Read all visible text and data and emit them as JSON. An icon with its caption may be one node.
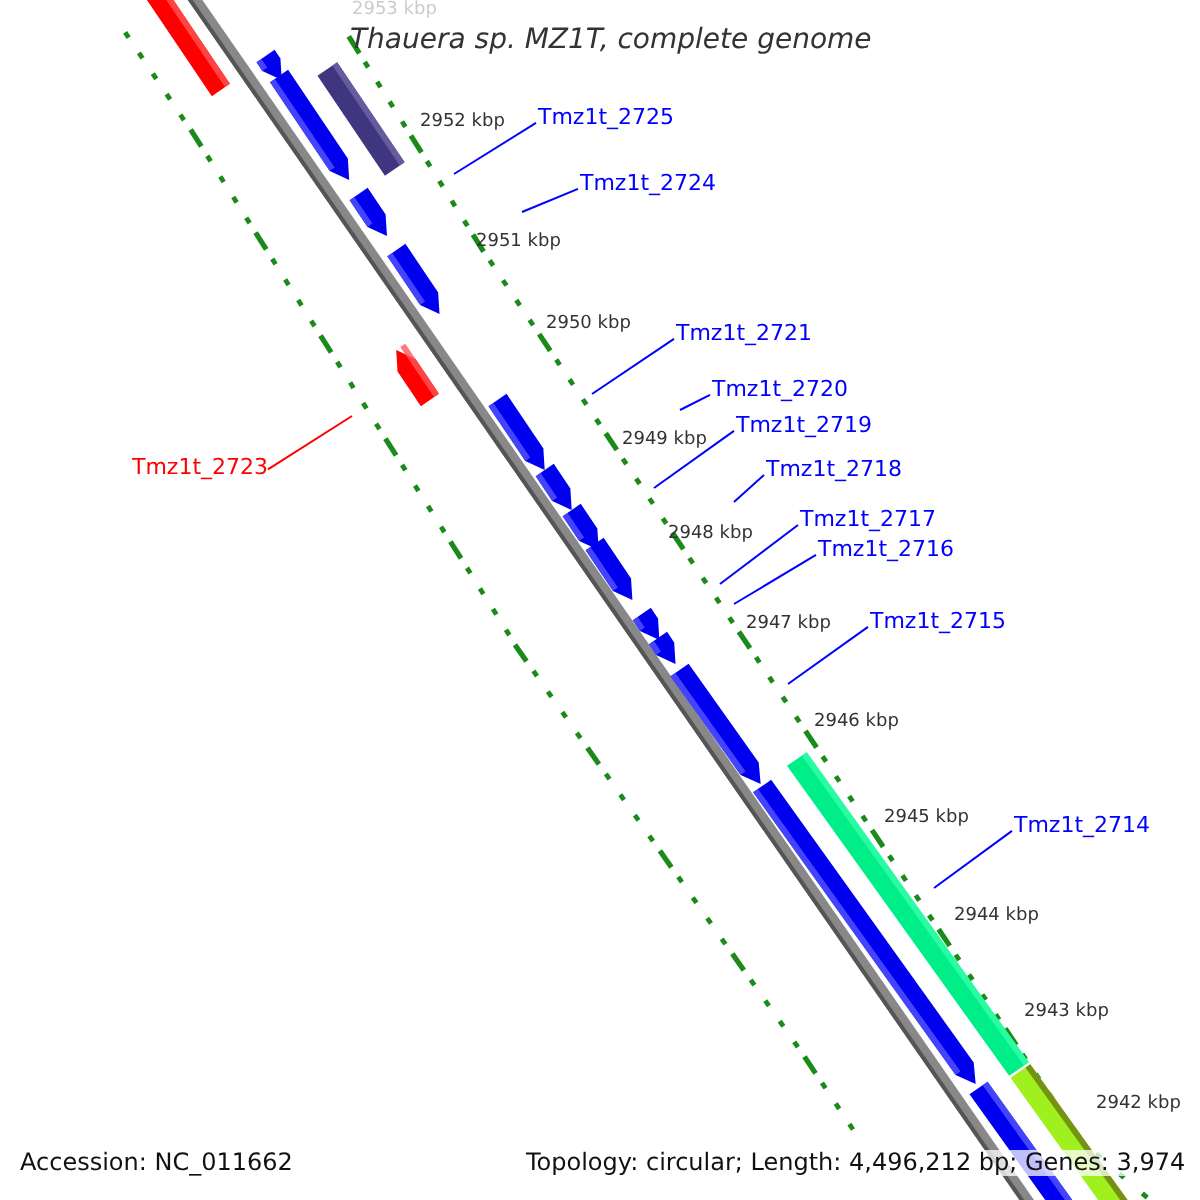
{
  "diagram": {
    "title": "Thauera sp. MZ1T, complete genome",
    "nodes": [
      {
        "text": [
          "Tmz1t_2725"
        ]
      },
      {
        "text": [
          "Tmz1t_2724"
        ]
      },
      {
        "text": [
          "Tmz1t_2721"
        ]
      },
      {
        "text": [
          "Tmz1t_2720"
        ]
      },
      {
        "text": [
          "Tmz1t_2719"
        ]
      },
      {
        "text": [
          "Tmz1t_2723"
        ]
      },
      {
        "text": [
          "Tmz1t_2718"
        ]
      },
      {
        "text": [
          "Tmz1t_2717"
        ]
      },
      {
        "text": [
          "Tmz1t_2716"
        ]
      },
      {
        "text": [
          "Tmz1t_2715"
        ]
      },
      {
        "text": [
          "Tmz1t_2714"
        ]
      }
    ],
    "edges": [
      {
        "from": 0,
        "to": null,
        "arrow": "none"
      },
      {
        "from": 1,
        "to": null,
        "arrow": "none"
      },
      {
        "from": 2,
        "to": null,
        "arrow": "none"
      },
      {
        "from": 3,
        "to": null,
        "arrow": "none"
      },
      {
        "from": 4,
        "to": null,
        "arrow": "none"
      },
      {
        "from": 5,
        "to": null,
        "arrow": "none",
        "color": "#ff0000"
      },
      {
        "from": 6,
        "to": null,
        "arrow": "none"
      },
      {
        "from": 7,
        "to": null,
        "arrow": "none"
      },
      {
        "from": 8,
        "to": null,
        "arrow": "none"
      },
      {
        "from": 9,
        "to": null,
        "arrow": "none"
      },
      {
        "from": 10,
        "to": null,
        "arrow": "none"
      }
    ],
    "labels": [
      "2953 kbp",
      "2952 kbp",
      "2951 kbp",
      "2950 kbp",
      "2949 kbp",
      "2948 kbp",
      "2947 kbp",
      "2946 kbp",
      "2945 kbp",
      "2944 kbp",
      "2943 kbp",
      "2942 kbp",
      "Accession: NC_011662",
      "Topology: circular; Length: 4,496,212 bp; Genes: 3,974"
    ]
  }
}
